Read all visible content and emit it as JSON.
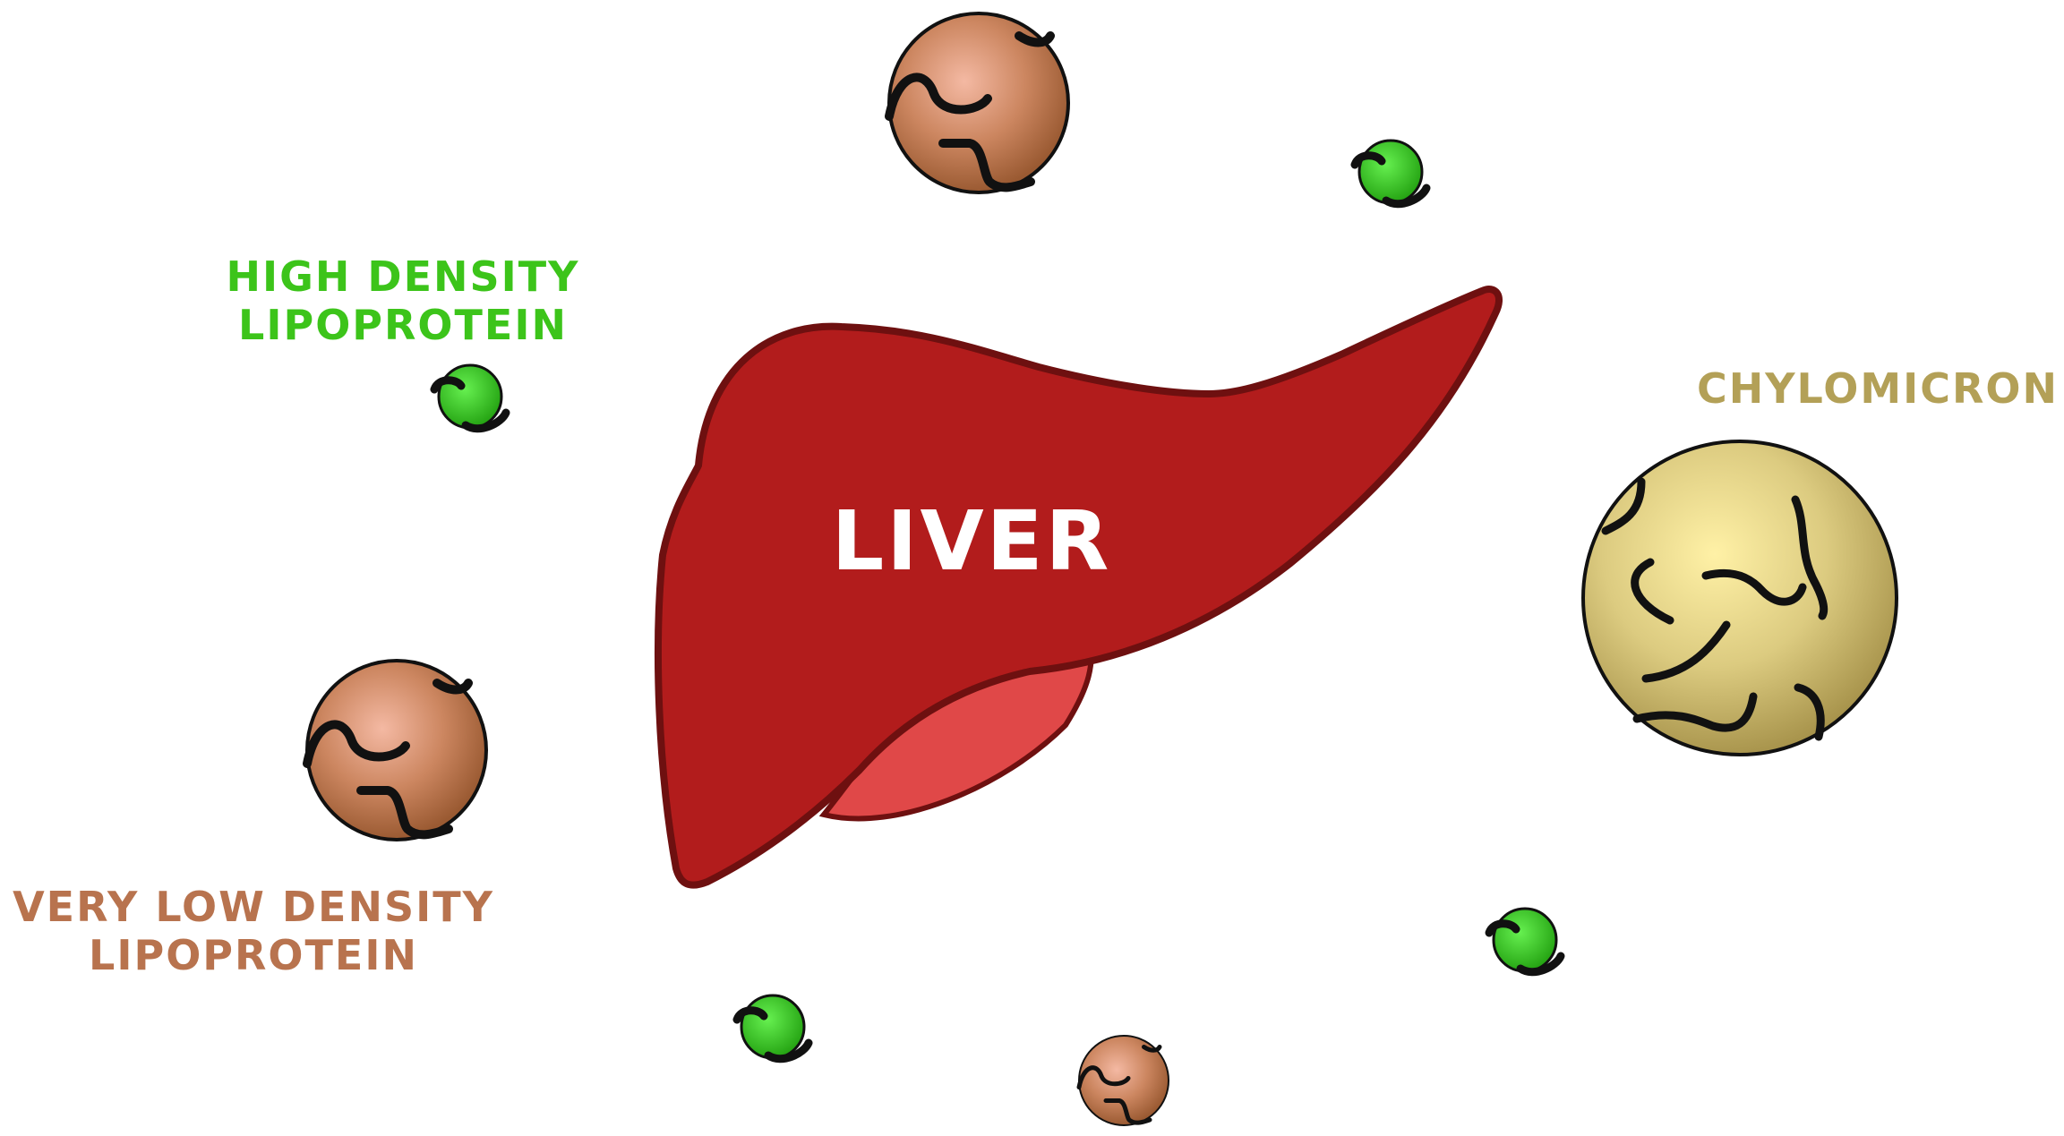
{
  "labels": {
    "liver": "LIVER",
    "hdl_line1": "HIGH DENSITY",
    "hdl_line2": "LIPOPROTEIN",
    "vldl_line1": "VERY LOW DENSITY",
    "vldl_line2": "LIPOPROTEIN",
    "chylomicron": "CHYLOMICRON"
  },
  "colors": {
    "liver": "#b21c1c",
    "liver_outline": "#7a1414",
    "gallbladder": "#e04848",
    "hdl": "#33cc1a",
    "hdl_label": "#3cc41a",
    "vldl": "#c07a55",
    "vldl_label": "#b8734e",
    "chylomicron": "#d9c87a",
    "chylomicron_label": "#b3a057"
  }
}
